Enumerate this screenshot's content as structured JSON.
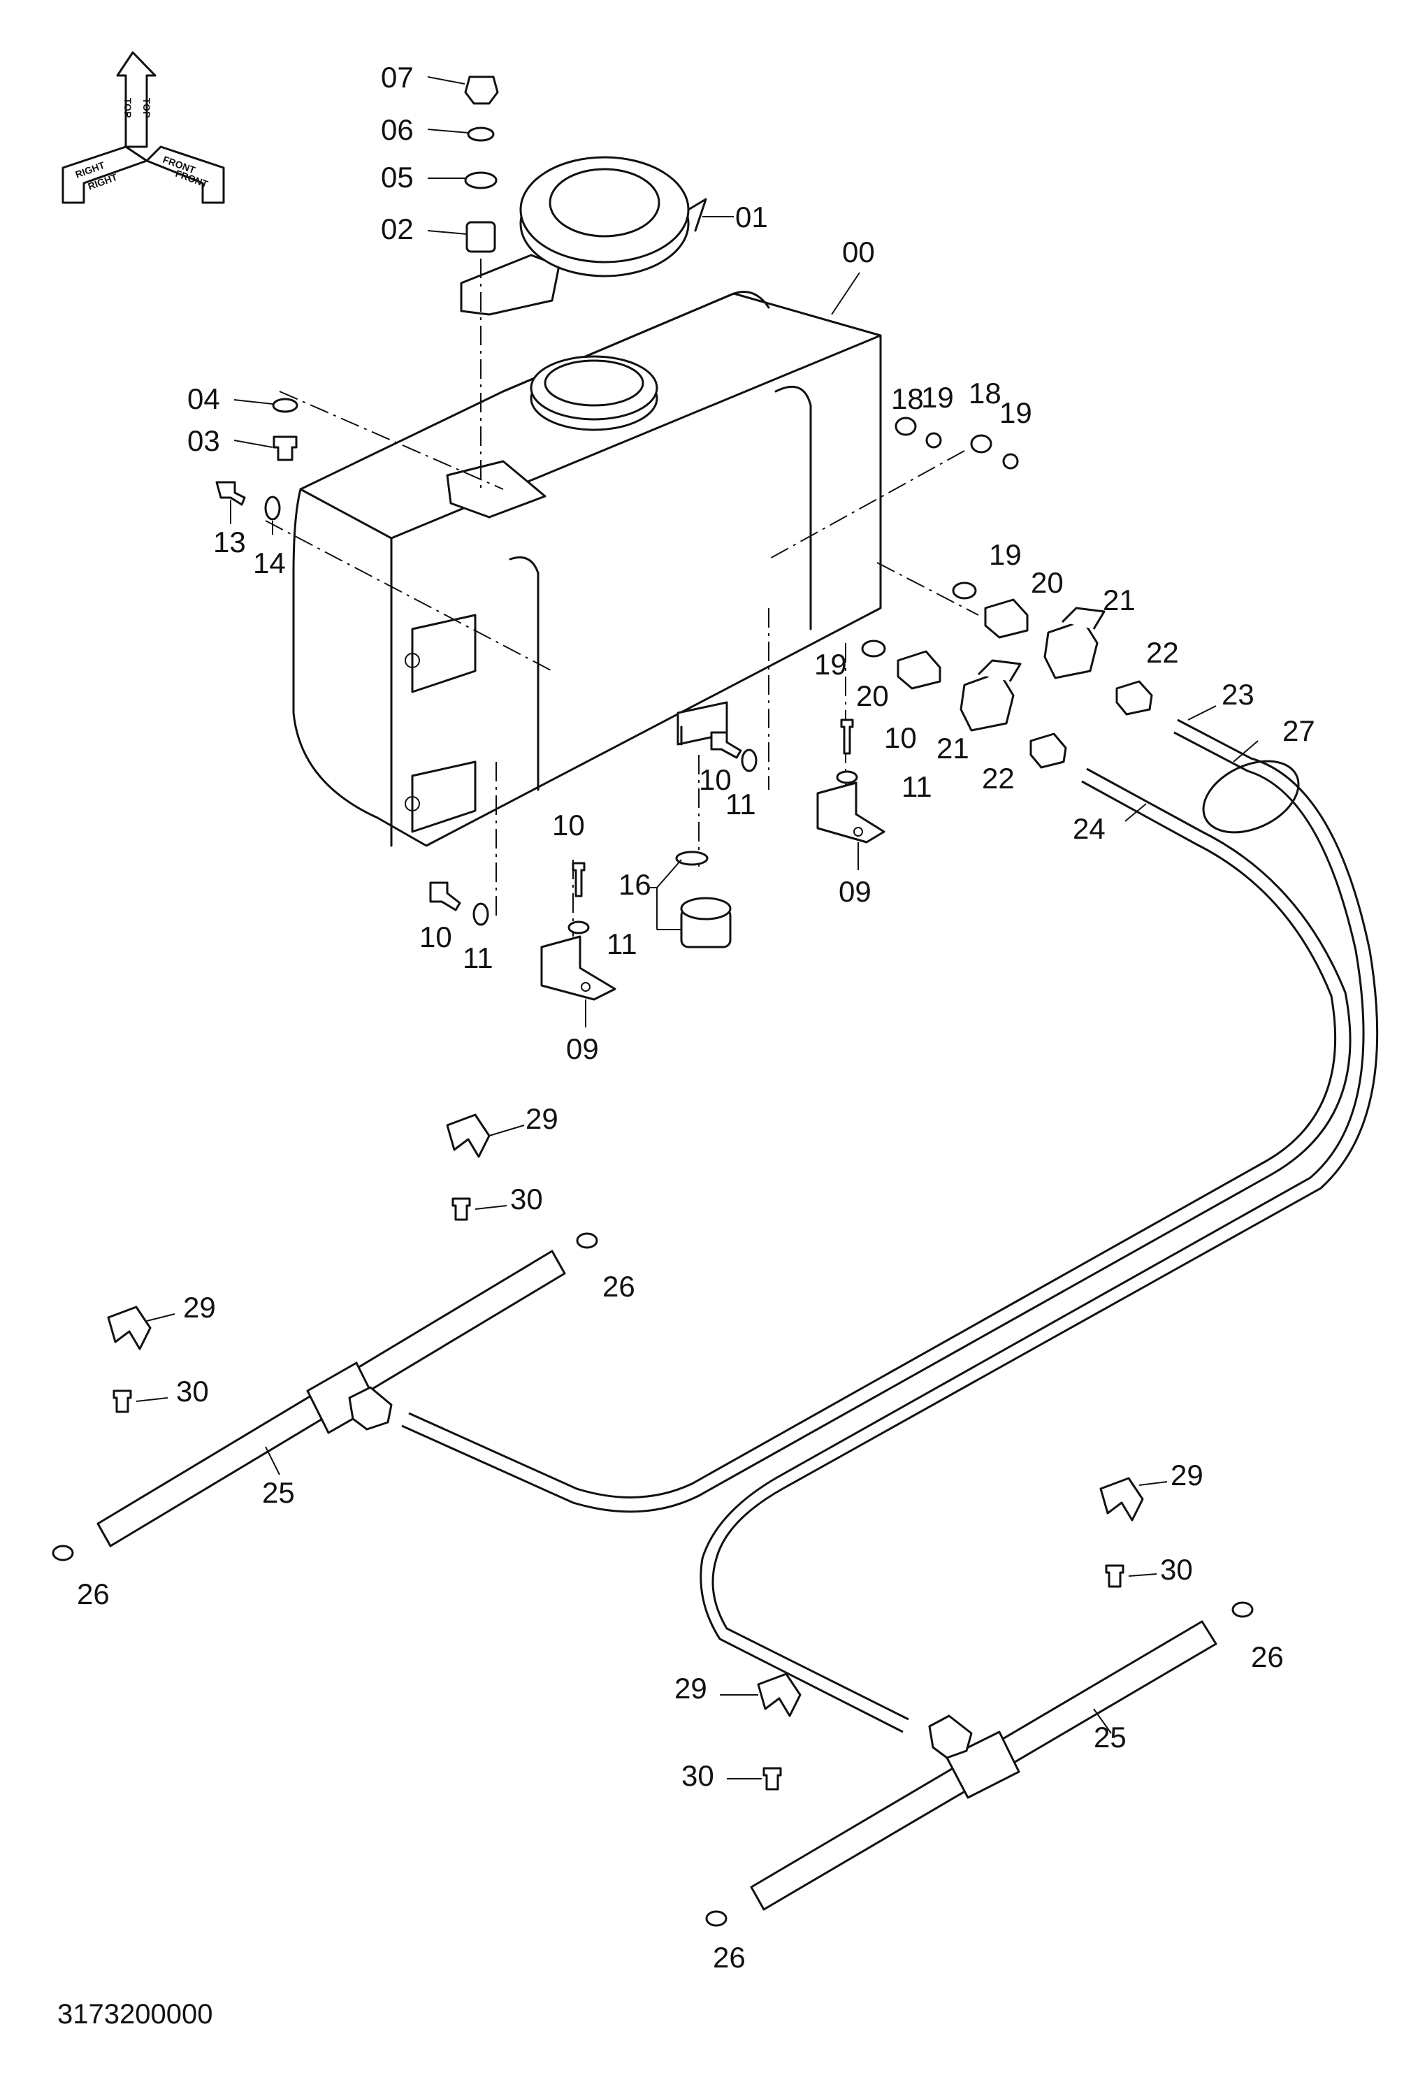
{
  "diagram_id": "3173200000",
  "orientation": {
    "top": "TOP",
    "right": "RIGHT",
    "front": "FRONT"
  },
  "labels": {
    "l00": "00",
    "l01": "01",
    "l02": "02",
    "l03": "03",
    "l04": "04",
    "l05": "05",
    "l06": "06",
    "l07": "07",
    "l09": "09",
    "l10": "10",
    "l11": "11",
    "l13": "13",
    "l14": "14",
    "l16": "16",
    "l18": "18",
    "l19": "19",
    "l20": "20",
    "l21": "21",
    "l22": "22",
    "l23": "23",
    "l24": "24",
    "l25": "25",
    "l26": "26",
    "l27": "27",
    "l29": "29",
    "l30": "30"
  }
}
